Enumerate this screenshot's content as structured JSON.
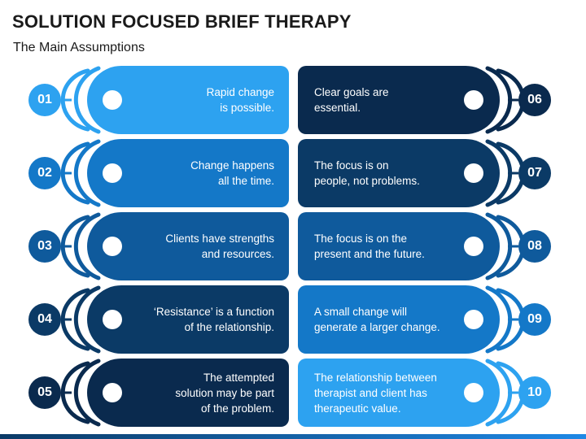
{
  "header": {
    "title": "SOLUTION FOCUSED BRIEF THERAPY",
    "subtitle": "The Main Assumptions"
  },
  "colors": {
    "light_blue": "#2da2f0",
    "medium_blue": "#1478c8",
    "steel_blue": "#0f5a9c",
    "dark_blue": "#0b3a66",
    "navy": "#0a2a4e"
  },
  "items_left": [
    {
      "number": "01",
      "text": "Rapid change\nis possible.",
      "color": "#2da2f0"
    },
    {
      "number": "02",
      "text": "Change happens\nall the time.",
      "color": "#1478c8"
    },
    {
      "number": "03",
      "text": "Clients have strengths\nand resources.",
      "color": "#0f5a9c"
    },
    {
      "number": "04",
      "text": "‘Resistance’ is a function\nof the relationship.",
      "color": "#0b3a66"
    },
    {
      "number": "05",
      "text": "The attempted\nsolution may be part\nof the problem.",
      "color": "#0a2a4e"
    }
  ],
  "items_right": [
    {
      "number": "06",
      "text": "Clear goals are\nessential.",
      "color": "#0a2a4e"
    },
    {
      "number": "07",
      "text": "The focus is on\npeople, not problems.",
      "color": "#0b3a66"
    },
    {
      "number": "08",
      "text": "The focus is on the\npresent and the future.",
      "color": "#0f5a9c"
    },
    {
      "number": "09",
      "text": "A small change will\ngenerate a larger change.",
      "color": "#1478c8"
    },
    {
      "number": "10",
      "text": "The relationship between\ntherapist and client has\ntherapeutic value.",
      "color": "#2da2f0"
    }
  ]
}
